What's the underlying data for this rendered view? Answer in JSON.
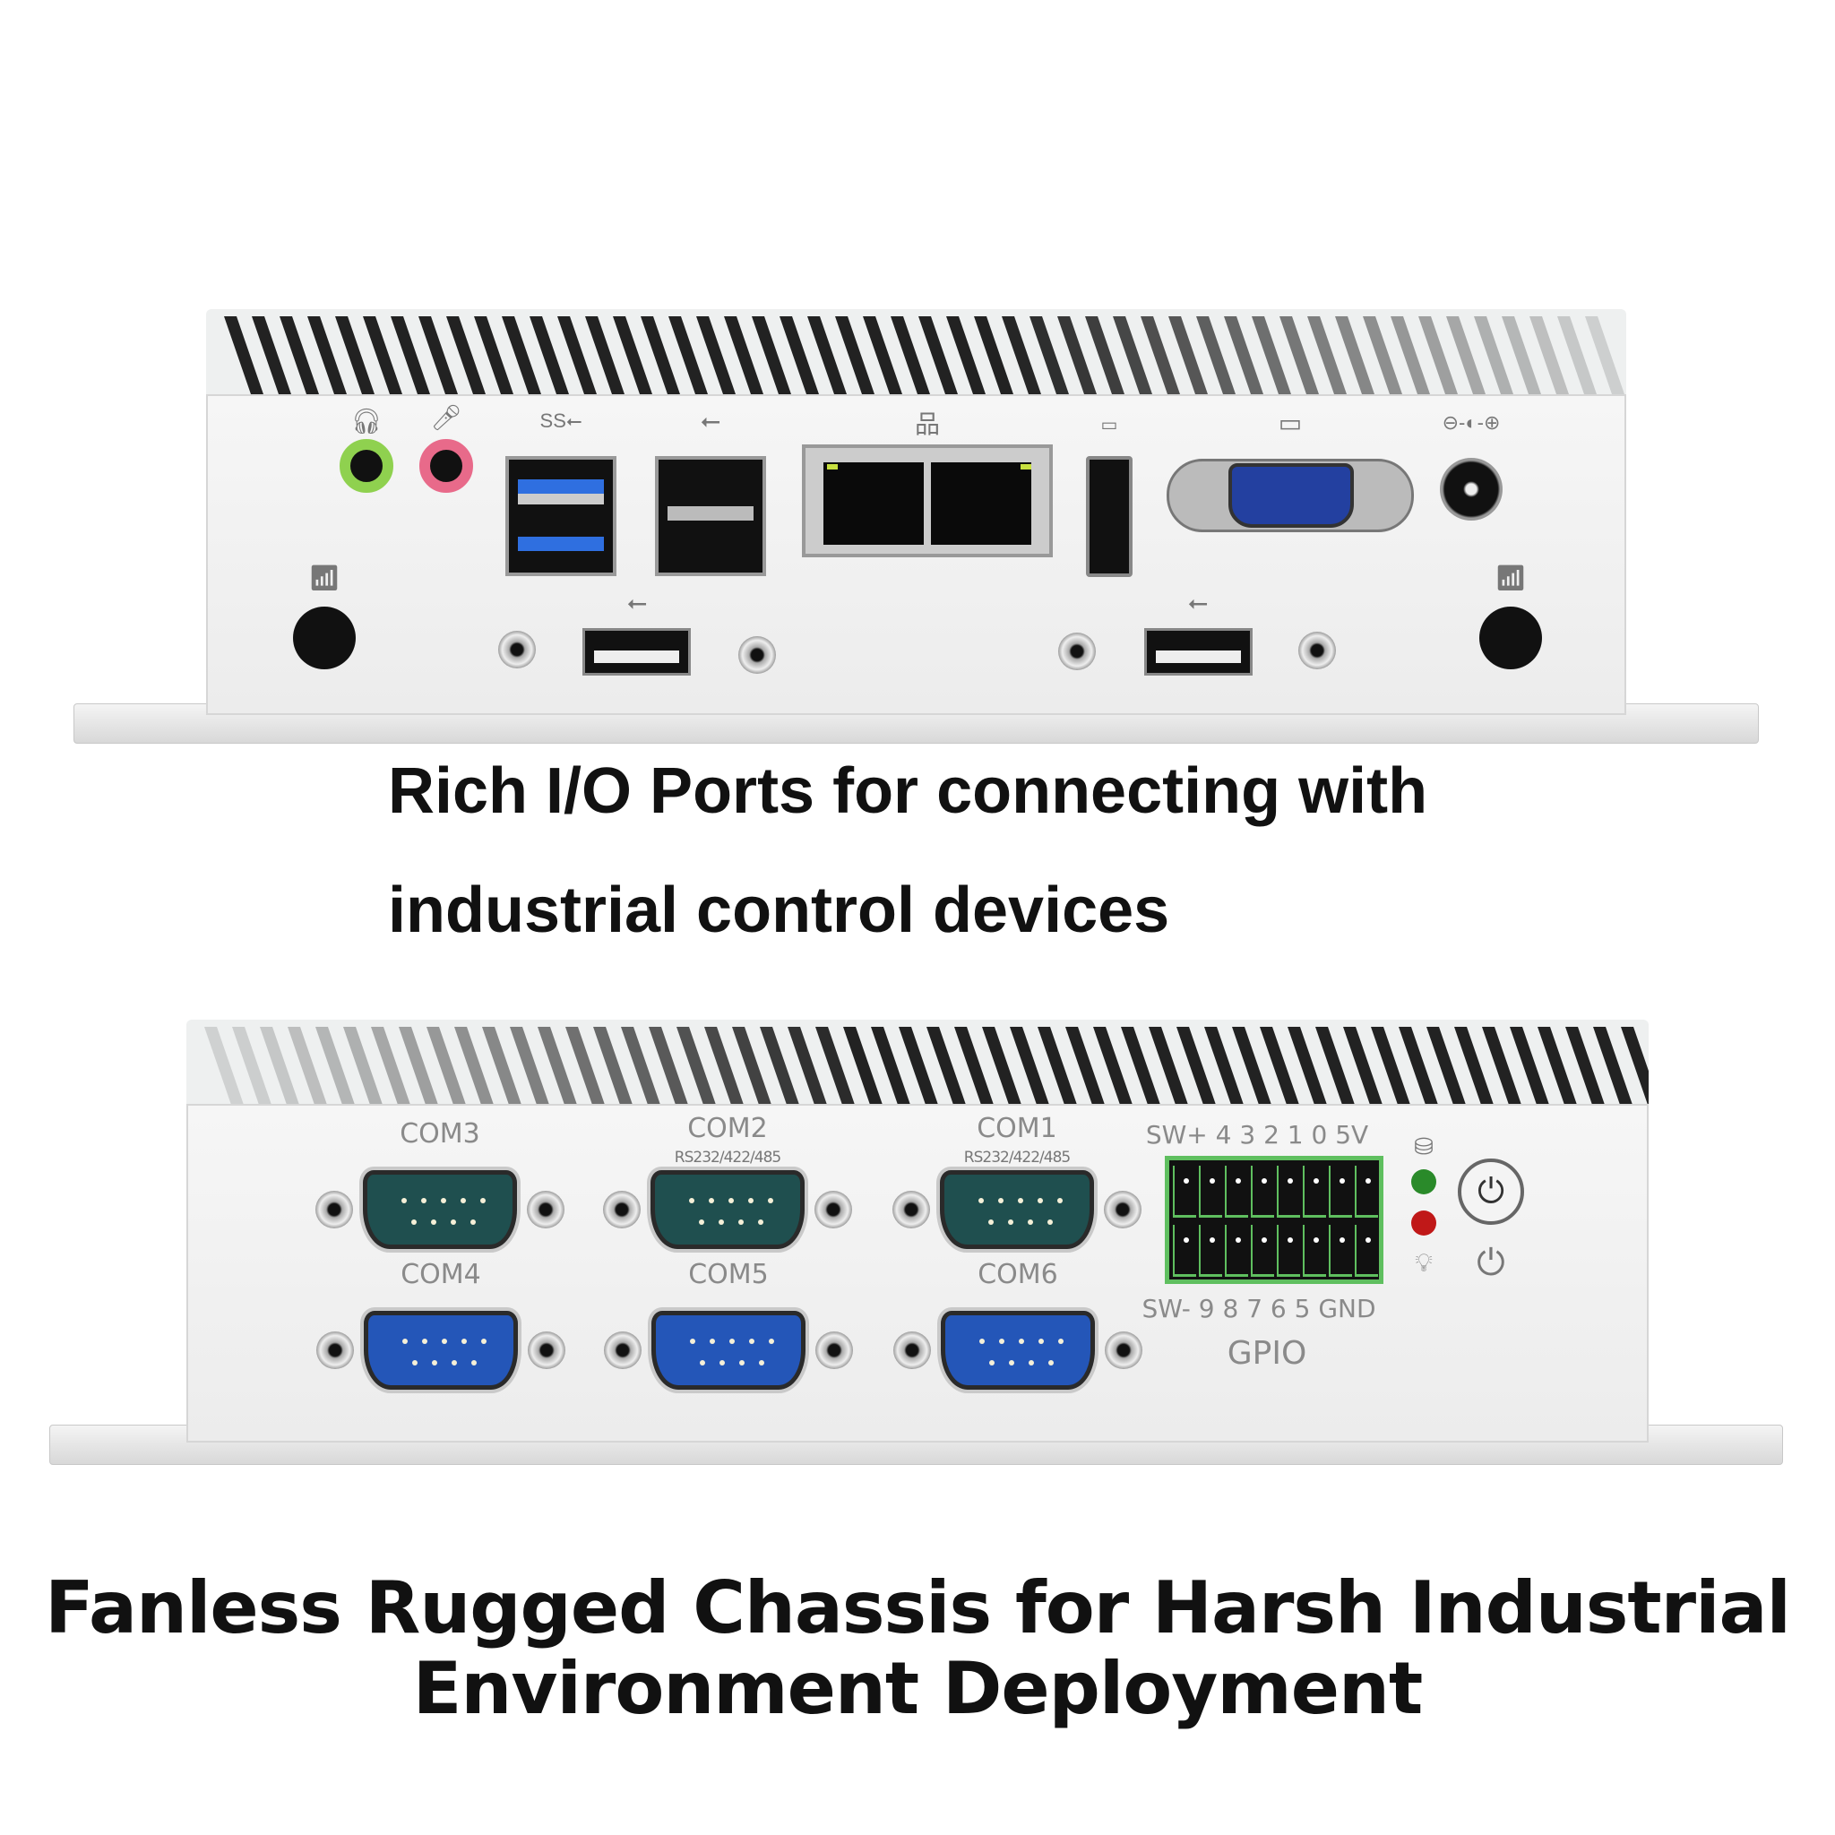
{
  "top_caption": {
    "line1": "Rich I/O Ports for connecting with",
    "line2": "industrial control devices"
  },
  "bottom_caption": {
    "line1": "Fanless Rugged Chassis for Harsh Industrial",
    "line2": "Environment Deployment"
  },
  "top_panel": {
    "icons": [
      "headphone-icon",
      "microphone-icon",
      "usb3-ss-icon",
      "usb-icon",
      "lan-icon",
      "hdmi-icon",
      "vga-icon",
      "dc-power-icon",
      "wifi-icon",
      "usb-icon"
    ],
    "usb3_label": "SS",
    "colors": {
      "audio_out": "#8fd14f",
      "mic_in": "#e86a8a",
      "usb3": "#2f6fe0",
      "vga": "#2340a0",
      "rj45_led": "#c8e040"
    }
  },
  "bottom_panel": {
    "com_ports": [
      {
        "label": "COM3",
        "sub": "",
        "color": "#1f4f4f"
      },
      {
        "label": "COM2",
        "sub": "RS232/422/485",
        "color": "#1f4f4f"
      },
      {
        "label": "COM1",
        "sub": "RS232/422/485",
        "color": "#1f4f4f"
      },
      {
        "label": "COM4",
        "sub": "",
        "color": "#2456b8"
      },
      {
        "label": "COM5",
        "sub": "",
        "color": "#2456b8"
      },
      {
        "label": "COM6",
        "sub": "",
        "color": "#2456b8"
      }
    ],
    "gpio": {
      "title": "GPIO",
      "top_pins": "SW+  4  3  2  1  0  5V",
      "bottom_pins": "SW-  9  8  7  6  5 GND",
      "color": "#5fbf5f"
    },
    "indicators": {
      "hdd": "hdd-icon",
      "power_led": "#2a8a2a",
      "status_led": "#c01818",
      "light": "light-bulb-icon",
      "power_button": "power-icon"
    }
  }
}
